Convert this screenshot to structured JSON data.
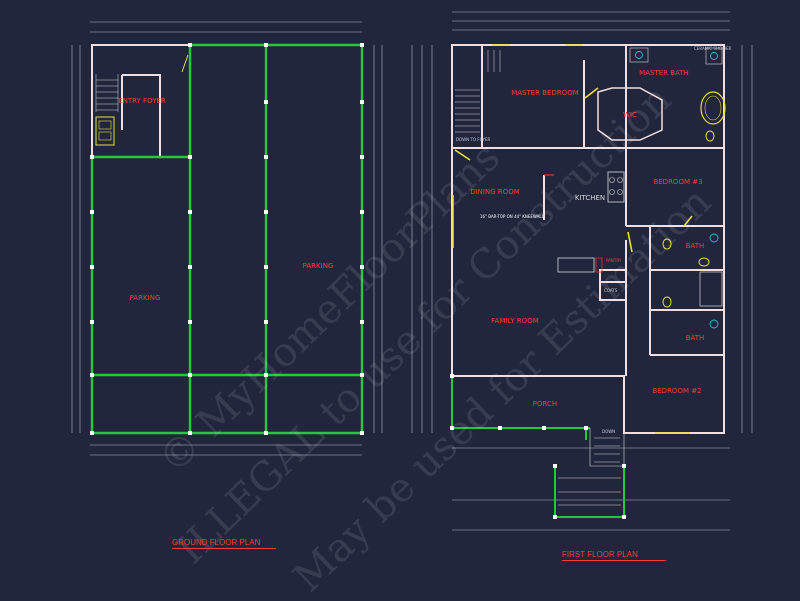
{
  "ground_floor": {
    "title": "GROUND FLOOR PLAN",
    "rooms": [
      "ENTRY FOYER",
      "PARKING",
      "PARKING"
    ]
  },
  "first_floor": {
    "title": "FIRST FLOOR PLAN",
    "rooms": [
      "MASTER BEDROOM",
      "MASTER BATH",
      "WIC",
      "DINING ROOM",
      "KITCHEN",
      "BEDROOM #3",
      "BATH",
      "FAMILY ROOM",
      "BATH",
      "BEDROOM #2",
      "PORCH",
      "COATS",
      "PANTRY"
    ],
    "notes": [
      "CERAMIC SHOWER",
      "DOWN TO FOYER",
      "DOWN",
      "16\" BAR-TOP ON 44\" KNEEWALL"
    ]
  },
  "watermark": {
    "line1": "© MyHomeFloorPlans",
    "line2": "ILLEGAL to use for Construction",
    "line3": "May be used for Estimation"
  },
  "colors": {
    "background": "#22263d",
    "walls": "#f2dede",
    "labels": "#ff3b3b",
    "posts": "#22c93a"
  }
}
